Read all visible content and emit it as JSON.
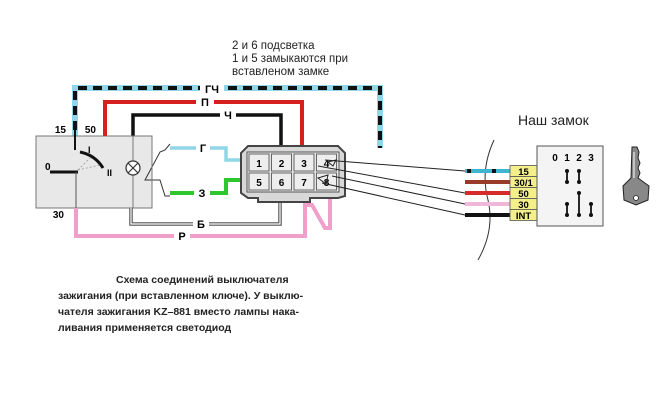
{
  "note": {
    "lines": [
      "2 и 6 подсветка",
      "1 и 5 замыкаются при",
      "вставленом замке"
    ]
  },
  "lock": {
    "title": "Наш замок",
    "positions": [
      "0",
      "1",
      "2",
      "3"
    ],
    "terminals": [
      {
        "label": "15",
        "wire_color": "#3fb6cf",
        "striped": true
      },
      {
        "label": "30/1",
        "wire_color": "#9a3b2a",
        "striped": false
      },
      {
        "label": "50",
        "wire_color": "#d62b2b",
        "striped": false
      },
      {
        "label": "30",
        "wire_color": "#f0b8d8",
        "striped": false
      },
      {
        "label": "INT",
        "wire_color": "#111111",
        "striped": false
      }
    ],
    "label_bg": "#f3f08a"
  },
  "switch": {
    "terminals": {
      "t15": "15",
      "t50": "50",
      "t30": "30"
    },
    "positions": {
      "p0": "0",
      "p1": "I",
      "p2": "II"
    }
  },
  "wires": {
    "gch": {
      "label": "ГЧ",
      "color": "#8fd6e6"
    },
    "p": {
      "label": "П",
      "color": "#d62020"
    },
    "ch": {
      "label": "Ч",
      "color": "#111111"
    },
    "g": {
      "label": "Г",
      "color": "#8fd6e6"
    },
    "z": {
      "label": "З",
      "color": "#2ec82e"
    },
    "b": {
      "label": "Б",
      "color": "#555555"
    },
    "r": {
      "label": "Р",
      "color": "#f0a0c8"
    }
  },
  "connector": {
    "pins_top": [
      "1",
      "2",
      "3",
      "4"
    ],
    "pins_bottom": [
      "5",
      "6",
      "7",
      "8"
    ]
  },
  "caption": {
    "lines": [
      "Схема  соединений  выключателя",
      "зажигания (при вставленном ключе). У выклю-",
      "чателя зажигания KZ–881 вместо лампы нака-",
      "ливания применяется светодиод"
    ]
  }
}
